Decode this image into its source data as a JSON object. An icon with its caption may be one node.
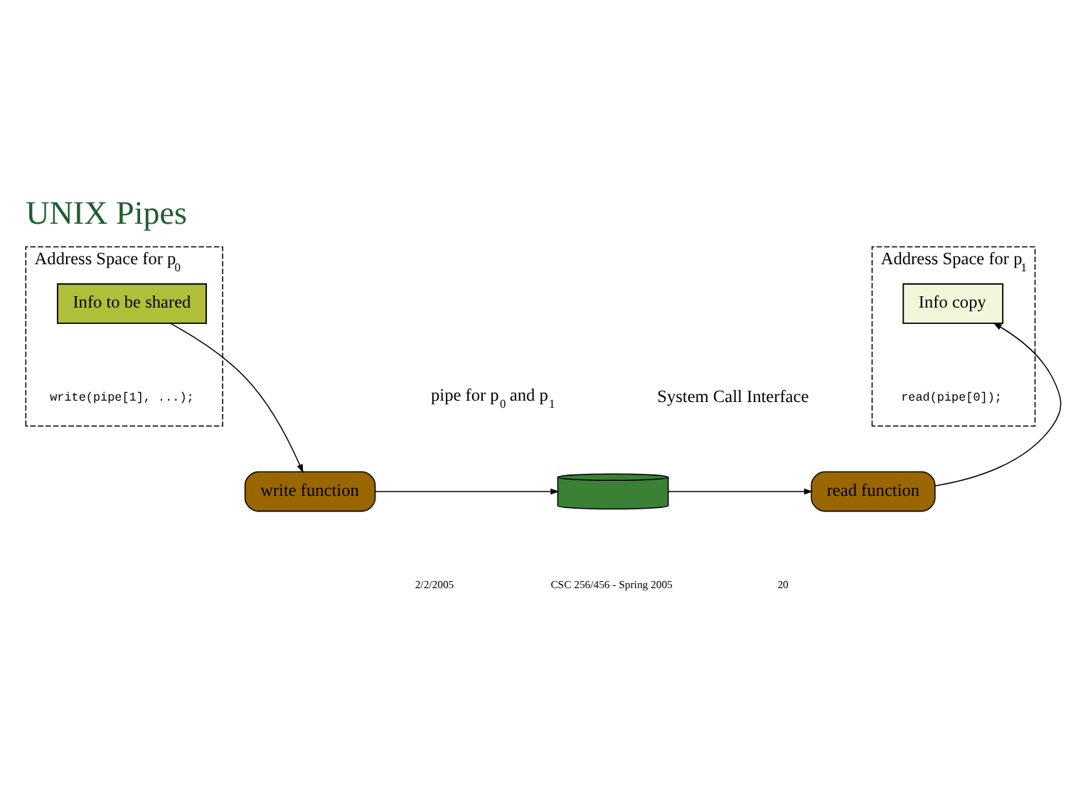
{
  "diagram": {
    "title": "UNIX Pipes",
    "nodes": [
      {
        "text": [
          "Address Space for p$_{0}$"
        ]
      },
      {
        "text": [
          "Info to be shared"
        ],
        "in": 0
      },
      {
        "text": [
          "Address Space for p$_{1}$"
        ]
      },
      {
        "text": [
          "Info copy"
        ],
        "in": 2
      },
      {
        "text": [
          "write function"
        ]
      },
      {
        "text": [],
        "shape": "cylinder",
        "beside": [
          "pipe for p$_{0}$ and p$_{1}$"
        ]
      },
      {
        "text": [
          "read function"
        ]
      }
    ],
    "edges": [
      {
        "from": 1,
        "to": 4,
        "arrow": "to"
      },
      {
        "from": 4,
        "to": 5,
        "arrow": "to"
      },
      {
        "from": 5,
        "to": 6,
        "arrow": "to"
      },
      {
        "from": 6,
        "to": 3,
        "arrow": "to"
      }
    ],
    "labels": [
      "write(pipe[1], ...);",
      "read(pipe[0]);",
      "System Call Interface",
      "2/2/2005",
      "CSC 256/456 - Spring 2005",
      "20"
    ]
  }
}
